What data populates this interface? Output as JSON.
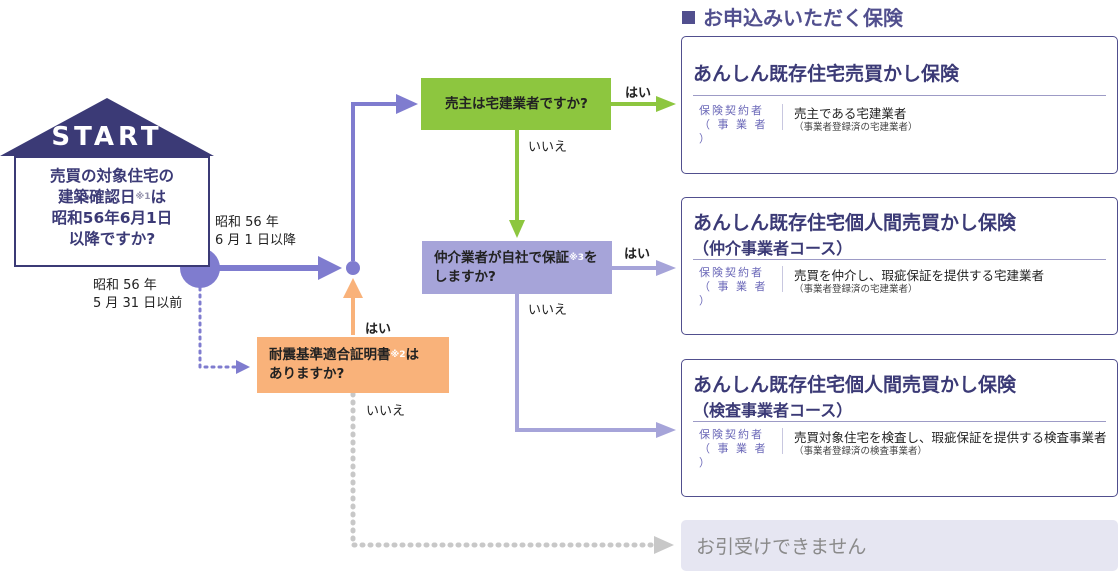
{
  "start": {
    "label": "START",
    "question_line1": "売買の対象住宅の",
    "question_line2a": "建築確認日",
    "question_line2_note": "※1",
    "question_line2b": "は",
    "question_line3": "昭和56年6月1日",
    "question_line4": "以降ですか?"
  },
  "branch_after": {
    "line1": "昭和 56 年",
    "line2": "6 月 1 日以降"
  },
  "branch_before": {
    "line1": "昭和 56 年",
    "line2": "5 月 31 日以前"
  },
  "q_seller": {
    "text": "売主は宅建業者ですか?",
    "yes": "はい",
    "no": "いいえ"
  },
  "q_broker": {
    "line1a": "仲介業者が自社で保証",
    "line1_note": "※3",
    "line1b": "を",
    "line2": "しますか?",
    "yes": "はい",
    "no": "いいえ"
  },
  "q_quake": {
    "line1a": "耐震基準適合証明書",
    "line1_note": "※2",
    "line1b": "は",
    "line2": "ありますか?",
    "yes": "はい",
    "no": "いいえ"
  },
  "section": {
    "title": "お申込みいただく保険"
  },
  "cards": [
    {
      "title": "あんしん既存住宅売買かし保険",
      "subtitle": "",
      "insurer_label1": "保険契約者",
      "insurer_label2": "（ 事 業 者 ）",
      "main": "売主である宅建業者",
      "note": "（事業者登録済の宅建業者）"
    },
    {
      "title": "あんしん既存住宅個人間売買かし保険",
      "subtitle": "（仲介事業者コース）",
      "insurer_label1": "保険契約者",
      "insurer_label2": "（ 事 業 者 ）",
      "main": "売買を仲介し、瑕疵保証を提供する宅建業者",
      "note": "（事業者登録済の宅建業者）"
    },
    {
      "title": "あんしん既存住宅個人間売買かし保険",
      "subtitle": "（検査事業者コース）",
      "insurer_label1": "保険契約者",
      "insurer_label2": "（ 事 業 者 ）",
      "main": "売買対象住宅を検査し、瑕疵保証を提供する検査事業者",
      "note": "（事業者登録済の検査事業者）"
    }
  ],
  "decline": {
    "text": "お引受けできません"
  },
  "colors": {
    "navy": "#3b3a76",
    "purple_line": "#7f7ccf",
    "purple_box": "#a6a4d9",
    "green": "#8dc63f",
    "orange": "#f9b27a",
    "gray_dots": "#c8c8c8"
  }
}
